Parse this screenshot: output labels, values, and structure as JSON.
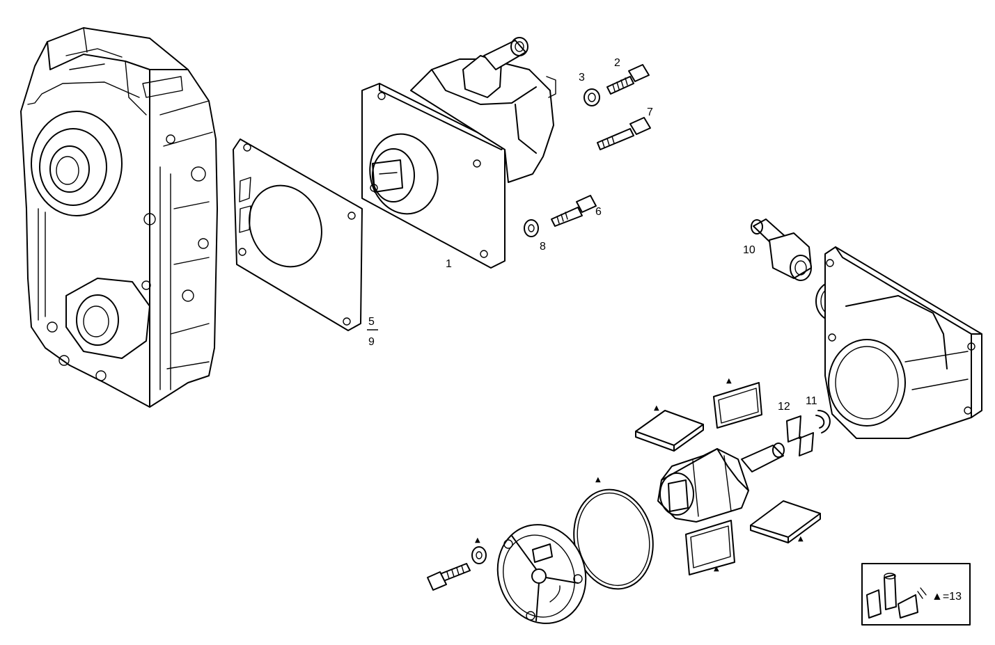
{
  "callouts": {
    "c1": "1",
    "c2": "2",
    "c3": "3",
    "c5": "5",
    "c9": "9",
    "c6": "6",
    "c7": "7",
    "c8": "8",
    "c10": "10",
    "c11": "11",
    "c12": "12"
  },
  "kit": {
    "marker": "▲",
    "label": "▲=13"
  },
  "kit_part_marker": "▲"
}
